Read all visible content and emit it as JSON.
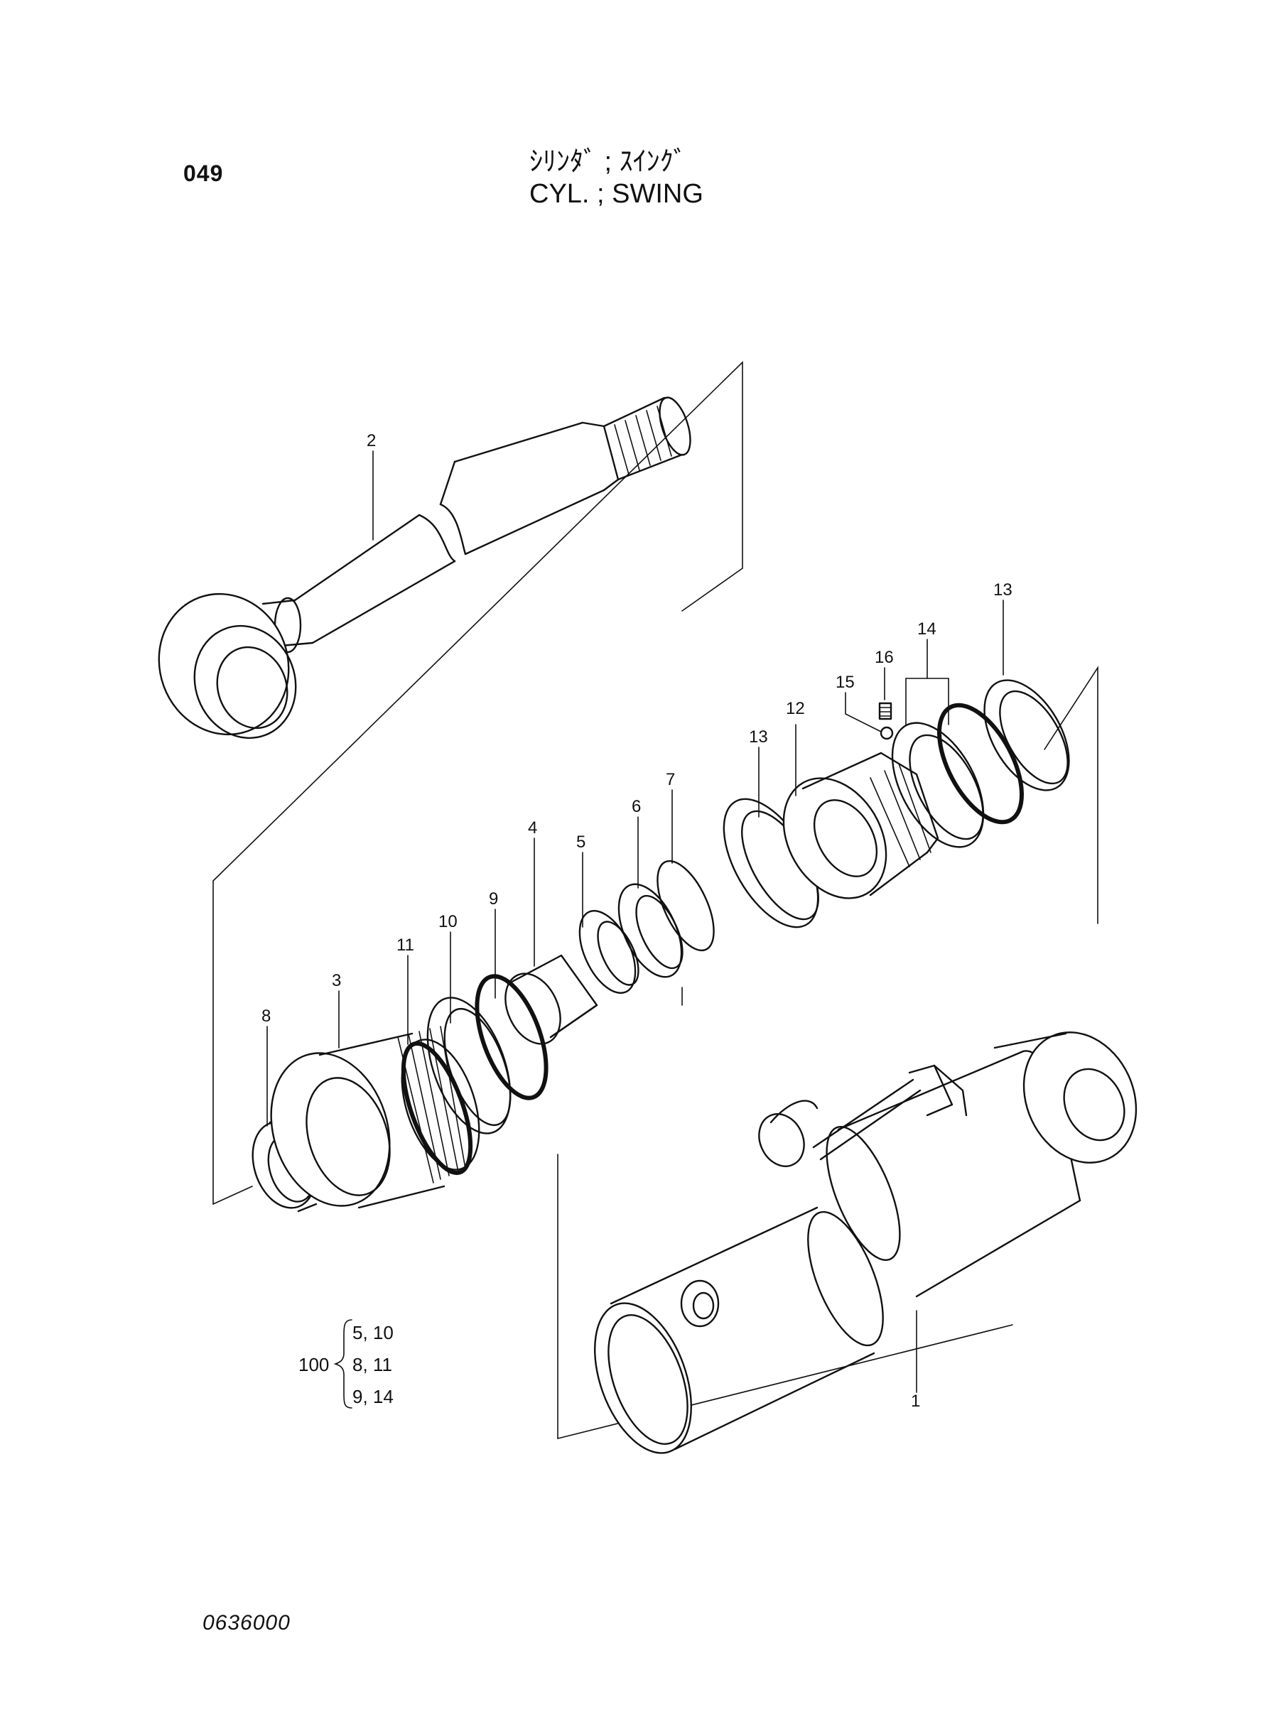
{
  "page_number": "049",
  "title_jp": "ｼﾘﾝﾀﾞ ; ｽｲﾝｸﾞ",
  "title_en": "CYL. ; SWING",
  "diagram_code": "0636000",
  "callouts": [
    "1",
    "2",
    "3",
    "4",
    "5",
    "6",
    "7",
    "8",
    "9",
    "10",
    "11",
    "12",
    "13",
    "13",
    "14",
    "15",
    "16"
  ],
  "kit": {
    "number": "100",
    "rows": [
      "5, 10",
      "8, 11",
      "9, 14"
    ]
  }
}
